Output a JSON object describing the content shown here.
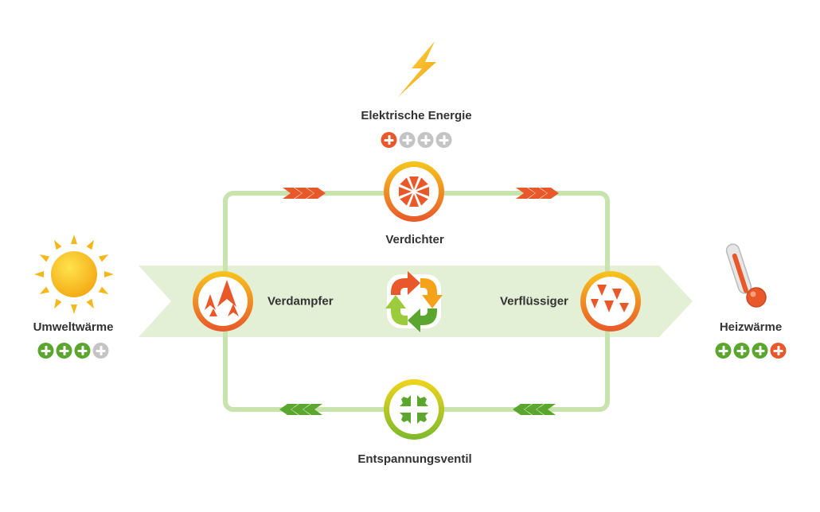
{
  "colors": {
    "cycle_line": "#c9e3ae",
    "band": "#e3f0d6",
    "orange": "#e8582a",
    "green": "#5aa62e",
    "gray": "#c4c4c4",
    "yellow": "#f5c518"
  },
  "energy_in": {
    "label": "Elektrische Energie",
    "rating": [
      "orange",
      "gray",
      "gray",
      "gray"
    ]
  },
  "ambient_heat": {
    "label": "Umweltwärme",
    "rating": [
      "green",
      "green",
      "green",
      "gray"
    ]
  },
  "heating_heat": {
    "label": "Heizwärme",
    "rating": [
      "green",
      "green",
      "green",
      "orange"
    ]
  },
  "components": {
    "compressor": "Verdichter",
    "evaporator": "Verdampfer",
    "condenser": "Verflüssiger",
    "expansion_valve": "Entspannungsventil"
  },
  "icons": {
    "energy": "lightning-bolt-icon",
    "ambient": "sun-icon",
    "heating": "thermometer-icon",
    "compressor": "compress-star-icon",
    "evaporator": "rising-flames-icon",
    "condenser": "falling-droplets-icon",
    "expansion_valve": "expand-arrows-icon",
    "cycle": "cycle-arrows-icon"
  }
}
